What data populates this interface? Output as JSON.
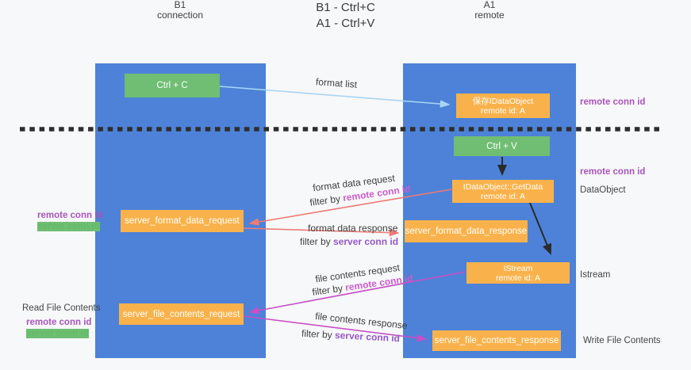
{
  "title": {
    "line1": "B1 - Ctrl+C",
    "line2": "A1 - Ctrl+V"
  },
  "columns": {
    "left": {
      "name": "B1",
      "role": "connection"
    },
    "right": {
      "name": "A1",
      "role": "remote"
    }
  },
  "boxes": {
    "ctrl_c": "Ctrl + C",
    "ctrl_v": "Ctrl + V",
    "save_dataobject": {
      "line1": "保存IDataObject",
      "line2": "remote id: A"
    },
    "getdata": {
      "line1": "IDataObject::GetData",
      "line2": "remote id: A"
    },
    "istream": {
      "line1": "IStream",
      "line2": "remote id: A"
    },
    "format_request": "server_format_data_request",
    "format_response": "server_format_data_response",
    "file_request": "server_file_contents_request",
    "file_response": "server_file_contents_response"
  },
  "arrow_labels": {
    "format_list": "format list",
    "format_data_request": "format data request",
    "format_data_response": "format data response",
    "file_contents_request": "file contents request",
    "file_contents_response": "file contents response",
    "filter_by": "filter by ",
    "remote_conn_id": "remote conn id",
    "server_conn_id": "server conn id"
  },
  "side_labels": {
    "remote_conn_id": "remote conn id",
    "server_conn_id": "server conn id",
    "dataobject": "DataObject",
    "istream": "Istream",
    "read_file_contents": "Read File Contents",
    "write_file_contents": "Write File Contents"
  },
  "colors": {
    "background": "#f7f8f9",
    "column_blue": "#4d82d8",
    "box_green": "#6fbe73",
    "box_orange": "#f9b24b",
    "arrow_light_blue": "#a9d5f5",
    "arrow_red": "#ee7a76",
    "arrow_magenta": "#c750c7",
    "arrow_black": "#2b2b2b",
    "label_purple": "#a855bb",
    "label_green": "#63bb67",
    "label_magenta": "#cb5ccb",
    "label_violet": "#9458c8"
  }
}
